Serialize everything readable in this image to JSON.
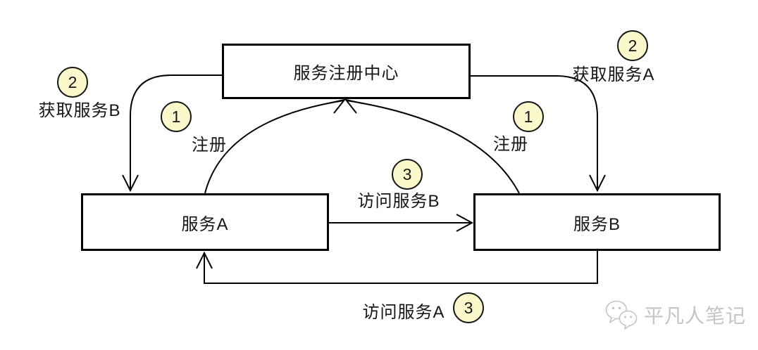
{
  "diagram": {
    "nodes": {
      "registry": "服务注册中心",
      "service_a": "服务A",
      "service_b": "服务B"
    },
    "steps": {
      "register_left": {
        "num": "1",
        "label": "注册"
      },
      "register_right": {
        "num": "1",
        "label": "注册"
      },
      "fetch_b": {
        "num": "2",
        "label": "获取服务B"
      },
      "fetch_a": {
        "num": "2",
        "label": "获取服务A"
      },
      "call_b": {
        "num": "3",
        "label": "访问服务B"
      },
      "call_a": {
        "num": "3",
        "label": "访问服务A"
      }
    },
    "colors": {
      "line": "#000000",
      "node_fill": "#ffffff",
      "node_border": "#000000",
      "badge_fill": "#FBF8CC",
      "badge_border": "#161616",
      "watermark": "#c5c5c5"
    }
  },
  "watermark": {
    "text": "平凡人笔记",
    "icon": "wechat-chat-bubbles-icon"
  }
}
